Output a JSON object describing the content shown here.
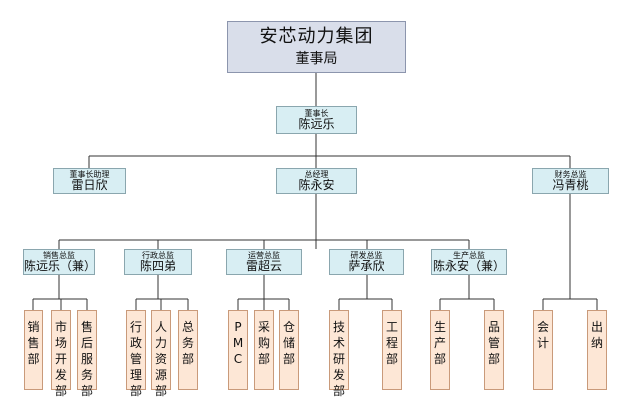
{
  "colors": {
    "top_fill": "#d9deea",
    "mid_fill": "#d8eef3",
    "leaf_fill": "#fde7d6",
    "line": "#333333"
  },
  "company": "安芯动力集团",
  "board": "董事局",
  "chairman": {
    "role": "董事长",
    "name": "陈远乐"
  },
  "assistant": {
    "role": "董事长助理",
    "name": "雷日欣"
  },
  "gm": {
    "role": "总经理",
    "name": "陈永安"
  },
  "cfo": {
    "role": "财务总监",
    "name": "冯青桃"
  },
  "directors": [
    {
      "role": "销售总监",
      "name": "陈远乐（兼）"
    },
    {
      "role": "行政总监",
      "name": "陈四弟"
    },
    {
      "role": "运营总监",
      "name": "雷超云"
    },
    {
      "role": "研发总监",
      "name": "萨承欣"
    },
    {
      "role": "生产总监",
      "name": "陈永安（兼）"
    }
  ],
  "departments": {
    "sales": [
      "销售部",
      "市场开发部",
      "售后服务部"
    ],
    "admin": [
      "行政管理部",
      "人力资源部",
      "总务部"
    ],
    "ops": [
      "PMC",
      "采购部",
      "仓储部"
    ],
    "rd": [
      "技术研发部",
      "工程部"
    ],
    "prod": [
      "生产部",
      "品管部"
    ],
    "finance": [
      "会计",
      "出纳"
    ]
  }
}
